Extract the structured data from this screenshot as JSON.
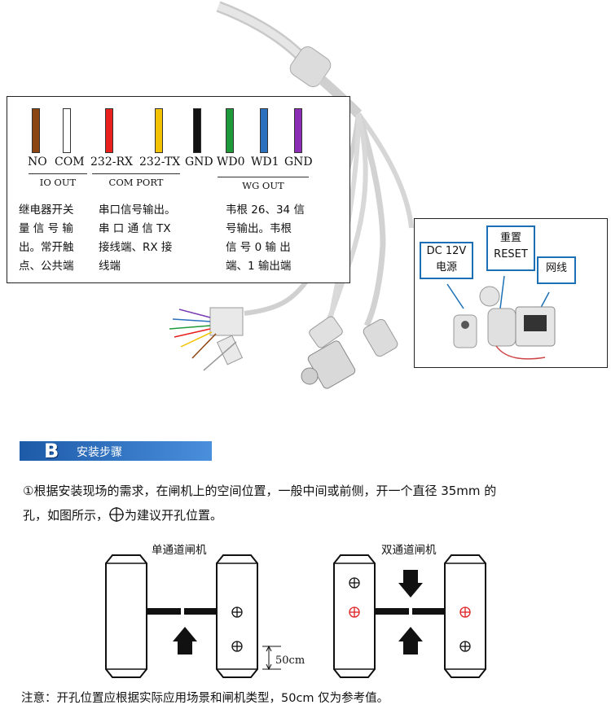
{
  "wiring": {
    "wires": [
      {
        "label": "NO",
        "color": "#8b4513"
      },
      {
        "label": "COM",
        "color": "#ffffff"
      },
      {
        "label": "232-RX",
        "color": "#e8201e"
      },
      {
        "label": "232-TX",
        "color": "#f2c200"
      },
      {
        "label": "GND",
        "color": "#111111"
      },
      {
        "label": "WD0",
        "color": "#1f9a3a"
      },
      {
        "label": "WD1",
        "color": "#2b6fbf"
      },
      {
        "label": "GND",
        "color": "#8b2db5"
      }
    ],
    "groups": {
      "io_out": "IO OUT",
      "com_port": "COM PORT",
      "wg_out": "WG OUT"
    },
    "descriptions": {
      "relay": [
        "继电器开关",
        "量 信 号 输",
        "出。常开触",
        "点、公共端"
      ],
      "serial": [
        "串口信号输出。",
        "串 口 通 信  TX",
        "接线端、RX 接",
        "线端"
      ],
      "wiegand": [
        "韦根 26、34 信",
        "号输出。韦根",
        "信 号  0  输 出",
        "端、1 输出端"
      ]
    }
  },
  "connectors": {
    "dc_power": [
      "DC 12V",
      "电源"
    ],
    "reset": [
      "重置",
      "RESET"
    ],
    "network": "网线"
  },
  "section": {
    "letter": "B",
    "title": "安装步骤"
  },
  "instructions": {
    "step_marker": "①",
    "line1": "根据安装现场的需求，在闸机上的空间位置，一般中间或前侧，开一个直径 35mm 的",
    "line2_before": "孔，如图所示，",
    "line2_after": "为建议开孔位置。"
  },
  "diagrams": {
    "single_title": "单通道闸机",
    "double_title": "双通道闸机",
    "dimension_label": "50cm"
  },
  "note": "注意：开孔位置应根据实际应用场景和闸机类型，50cm 仅为参考值。"
}
